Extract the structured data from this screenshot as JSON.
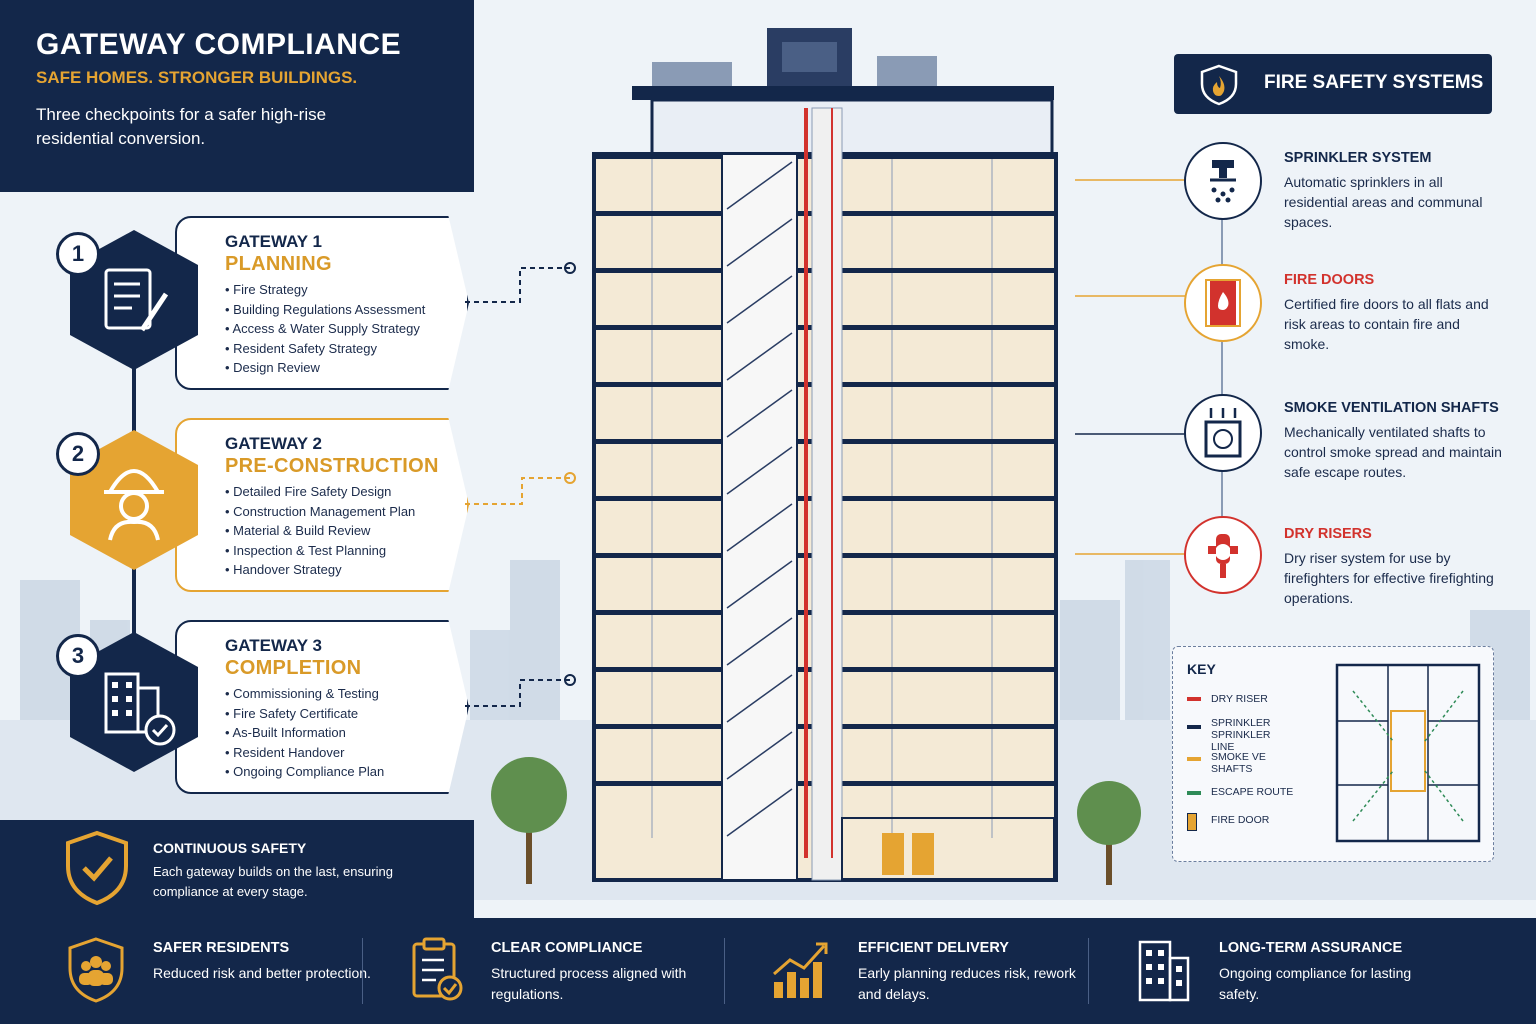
{
  "header": {
    "title": "GATEWAY COMPLIANCE",
    "tagline": "SAFE HOMES. STRONGER BUILDINGS.",
    "intro": "Three checkpoints for a safer high-rise residential conversion."
  },
  "gateways": [
    {
      "number": "1",
      "title": "GATEWAY 1",
      "name": "PLANNING",
      "items": [
        "Fire Strategy",
        "Building Regulations Assessment",
        "Access & Water Supply Strategy",
        "Resident Safety Strategy",
        "Design Review"
      ]
    },
    {
      "number": "2",
      "title": "GATEWAY 2",
      "name": "PRE-CONSTRUCTION",
      "items": [
        "Detailed Fire Safety Design",
        "Construction Management Plan",
        "Material & Build Review",
        "Inspection & Test Planning",
        "Handover Strategy"
      ]
    },
    {
      "number": "3",
      "title": "GATEWAY 3",
      "name": "COMPLETION",
      "items": [
        "Commissioning & Testing",
        "Fire Safety Certificate",
        "As-Built Information",
        "Resident Handover",
        "Ongoing Compliance Plan"
      ]
    }
  ],
  "continuous": {
    "title": "CONTINUOUS SAFETY",
    "text": "Each gateway builds on the last, ensuring compliance at every stage."
  },
  "fire_safety": {
    "title": "FIRE SAFETY SYSTEMS",
    "systems": [
      {
        "title": "SPRINKLER SYSTEM",
        "text": "Automatic sprinklers in all residential areas and communal spaces.",
        "icon": "sprinkler-icon"
      },
      {
        "title": "FIRE DOORS",
        "text": "Certified fire doors to all flats and risk areas to contain fire and smoke.",
        "icon": "fire-door-icon"
      },
      {
        "title": "SMOKE VENTILATION SHAFTS",
        "text": "Mechanically ventilated shafts to control smoke spread and maintain safe escape routes.",
        "icon": "smoke-vent-icon"
      },
      {
        "title": "DRY RISERS",
        "text": "Dry riser system for use by firefighters for effective firefighting operations.",
        "icon": "dry-riser-icon"
      }
    ]
  },
  "key": {
    "title": "KEY",
    "items": [
      {
        "label": "DRY RISER",
        "color": "#d2322d"
      },
      {
        "label": "SPRINKLER SPRINKLER LINE",
        "color": "#13274a"
      },
      {
        "label": "SMOKE VE SHAFTS",
        "color": "#e5a432"
      },
      {
        "label": "ESCAPE ROUTE",
        "color": "#2e8b57"
      },
      {
        "label": "FIRE DOOR",
        "color": "#e5a432"
      }
    ]
  },
  "benefits": [
    {
      "title": "SAFER RESIDENTS",
      "text": "Reduced risk and better protection.",
      "icon": "residents-shield-icon"
    },
    {
      "title": "CLEAR COMPLIANCE",
      "text": "Structured process aligned with regulations.",
      "icon": "clipboard-check-icon"
    },
    {
      "title": "EFFICIENT DELIVERY",
      "text": "Early planning reduces risk, rework and delays.",
      "icon": "growth-chart-icon"
    },
    {
      "title": "LONG-TERM ASSURANCE",
      "text": "Ongoing compliance for lasting safety.",
      "icon": "building-icon"
    }
  ],
  "colors": {
    "navy": "#13274a",
    "gold": "#e5a432",
    "red": "#d2322d",
    "green": "#2e8b57"
  }
}
